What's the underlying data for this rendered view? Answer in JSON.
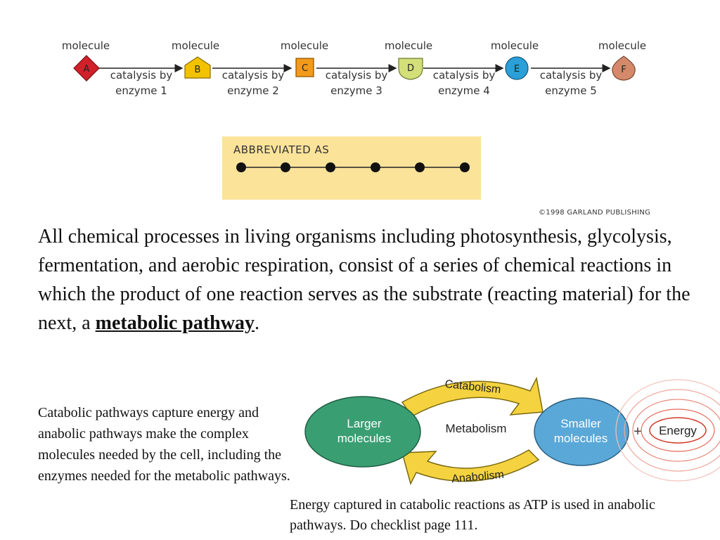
{
  "pathway": {
    "molecule_label": "molecule",
    "molecules": [
      {
        "letter": "A",
        "shape": "diamond-icon",
        "color": "#d0202a"
      },
      {
        "letter": "B",
        "shape": "pentagon-icon",
        "color": "#f2c200"
      },
      {
        "letter": "C",
        "shape": "square-icon",
        "color": "#f29a1a"
      },
      {
        "letter": "D",
        "shape": "shield-icon",
        "color": "#d3e07a"
      },
      {
        "letter": "E",
        "shape": "circle-icon",
        "color": "#2a9fd8"
      },
      {
        "letter": "F",
        "shape": "drop-icon",
        "color": "#d48a6a"
      }
    ],
    "catalysis_line1": "catalysis by",
    "enzymes": [
      "enzyme 1",
      "enzyme 2",
      "enzyme 3",
      "enzyme 4",
      "enzyme 5"
    ]
  },
  "abbreviated": {
    "title": "ABBREVIATED AS",
    "dot_count": 6,
    "background": "#fbe39a"
  },
  "copyright": "©1998 GARLAND PUBLISHING",
  "main_paragraph": {
    "text_before": "All chemical processes in living organisms including photosynthesis, glycolysis, fermentation, and aerobic respiration, consist of a series of chemical reactions in which the product of one reaction serves as the substrate (reacting material) for the next, a ",
    "term": "metabolic pathway",
    "text_after": "."
  },
  "left_paragraph": "Catabolic pathways capture energy and anabolic pathways make the complex molecules needed by the cell, including the enzymes needed for the metabolic pathways.",
  "metabolism_diagram": {
    "larger": "Larger molecules",
    "smaller": "Smaller molecules",
    "center": "Metabolism",
    "catabolism": "Catabolism",
    "anabolism": "Anabolism",
    "plus": "+",
    "energy": "Energy",
    "colors": {
      "larger": "#3a9e73",
      "smaller": "#5aa8d8",
      "arrow": "#f5d340"
    }
  },
  "bottom_paragraph": "Energy captured in catabolic reactions as ATP is used in anabolic pathways.  Do checklist page 111."
}
